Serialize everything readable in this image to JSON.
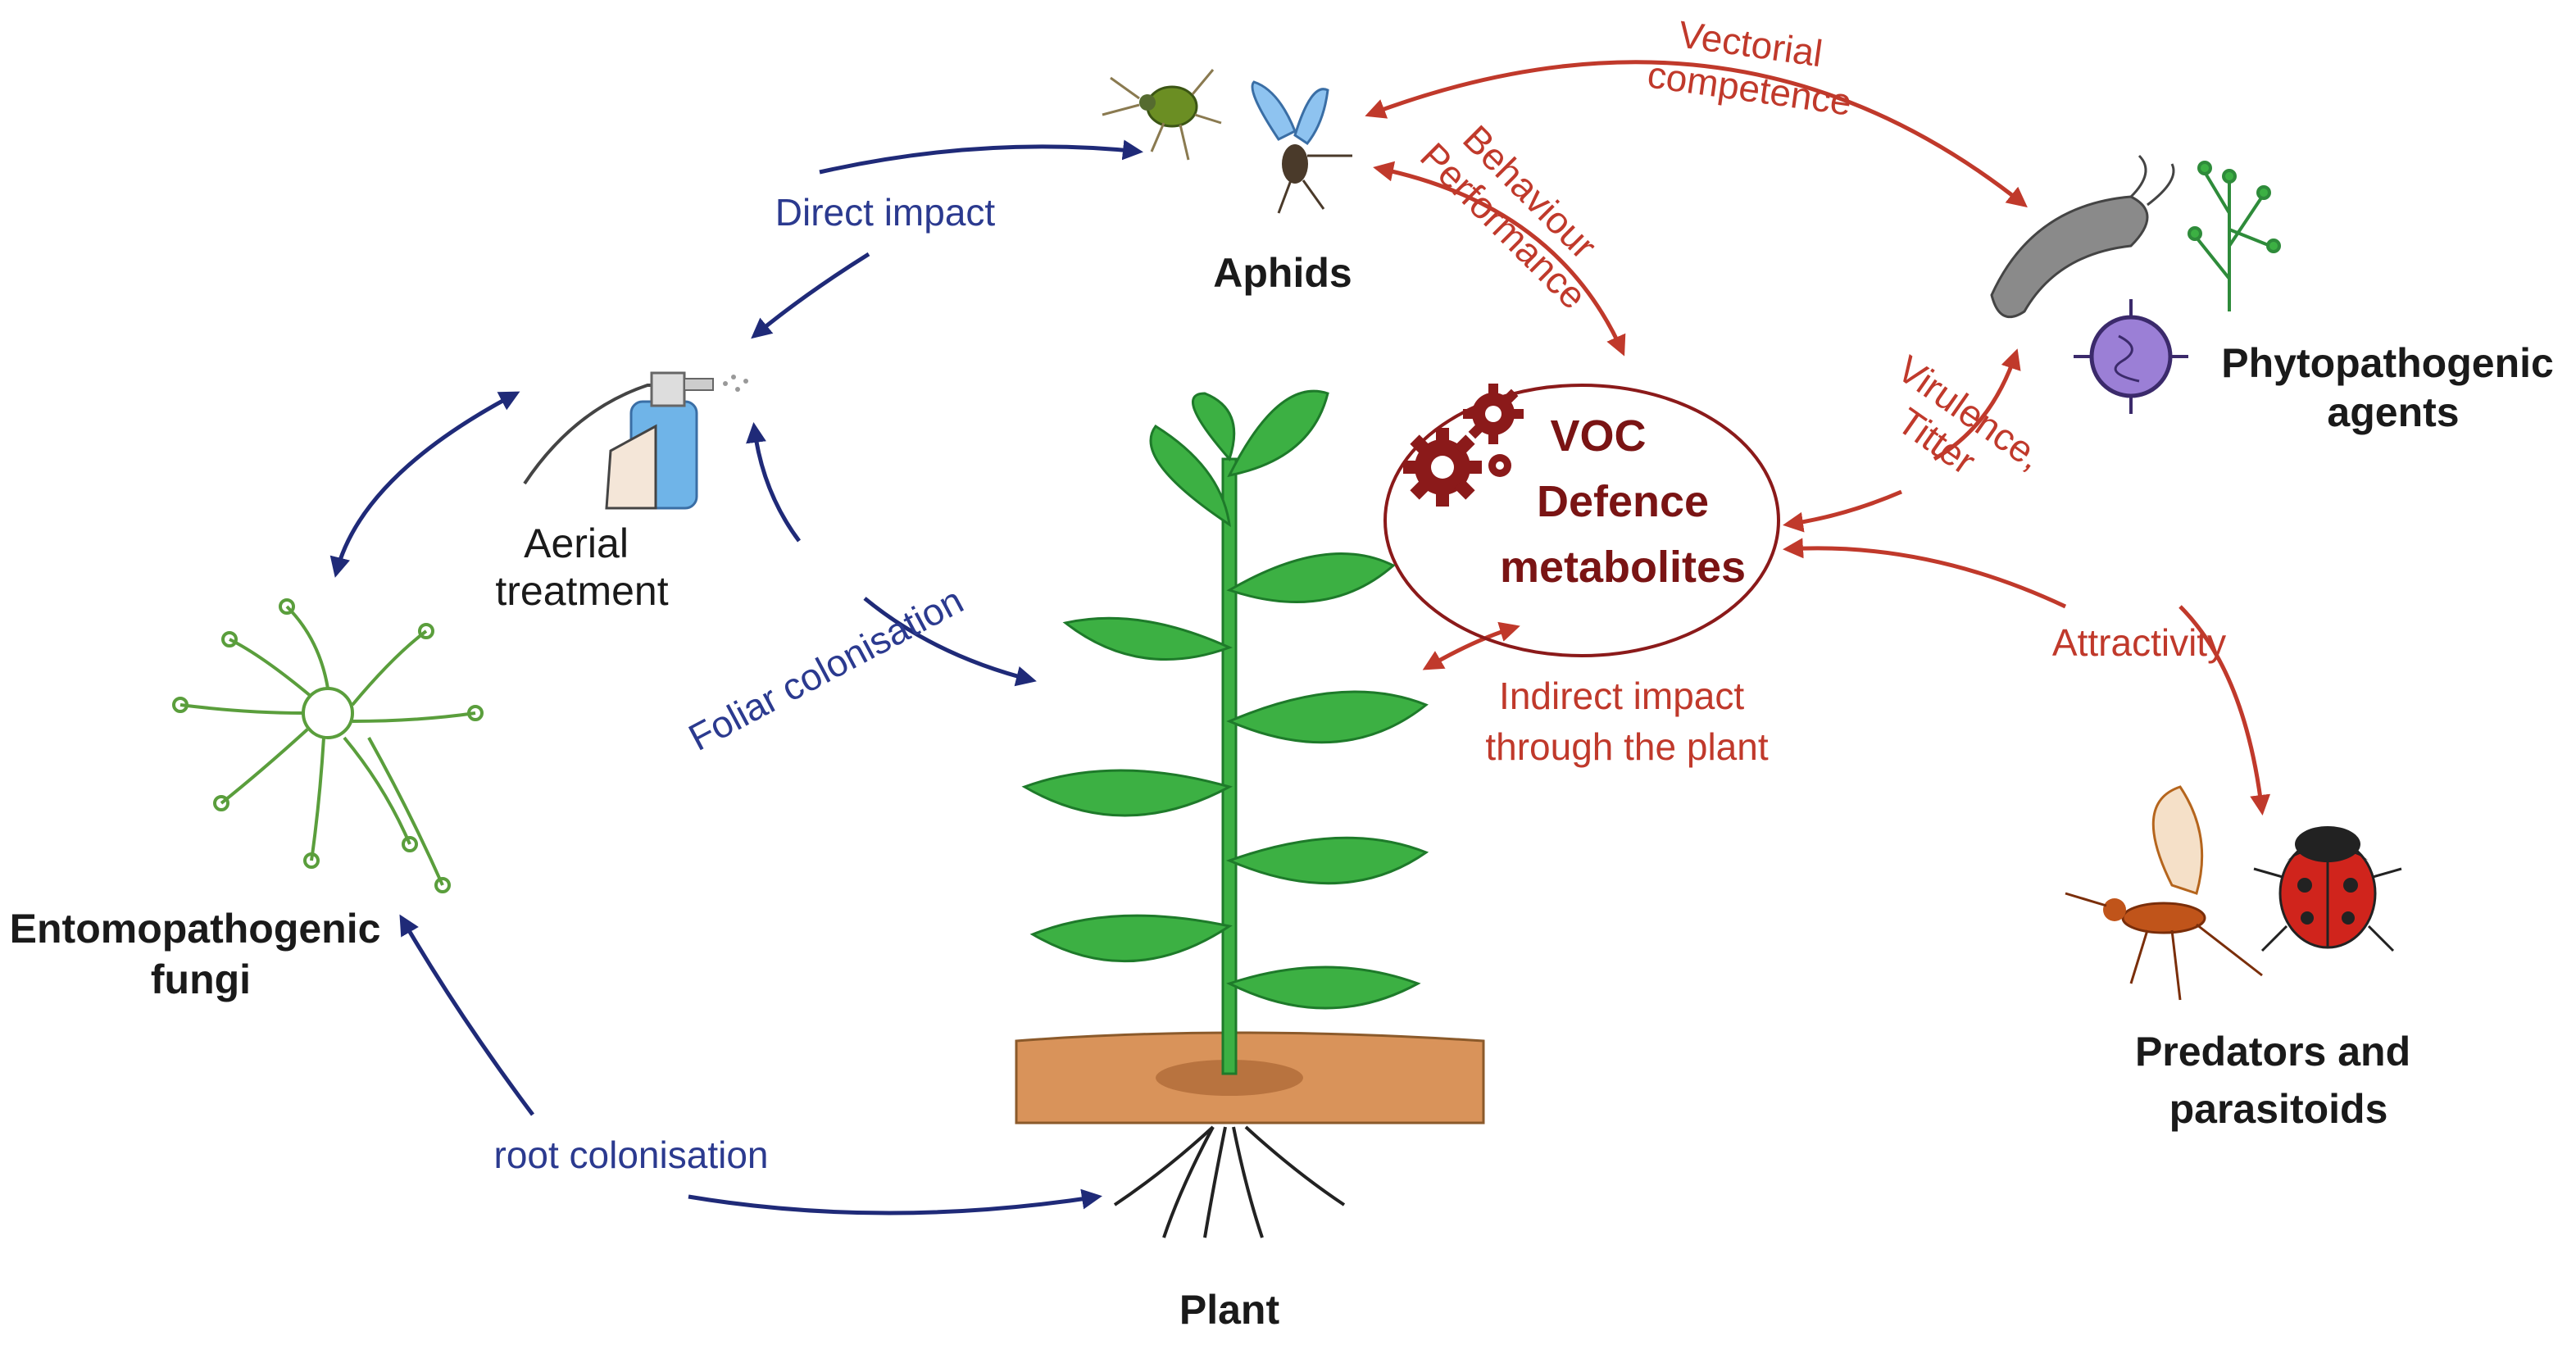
{
  "colors": {
    "blue_arrow": "#1f2a78",
    "blue_text": "#2b3a8f",
    "red_arrow": "#c0392b",
    "red_text": "#c0392b",
    "voc_text": "#7a1414",
    "leaf": "#3cb043",
    "leaf_dark": "#1e7a2a",
    "soil": "#d9935a"
  },
  "nodes": {
    "aphids": "Aphids",
    "aerial_treatment": [
      "Aerial",
      "treatment"
    ],
    "entomopathogenic_fungi": [
      "Entomopathogenic",
      "fungi"
    ],
    "plant": "Plant",
    "phytopathogenic_agents": [
      "Phytopathogenic",
      "agents"
    ],
    "predators_parasitoids": [
      "Predators and",
      "parasitoids"
    ],
    "voc_box": [
      "VOC",
      "Defence",
      "metabolites"
    ]
  },
  "edges": {
    "direct_impact": "Direct impact",
    "foliar_colonisation": "Foliar colonisation",
    "root_colonisation": "root colonisation",
    "vectorial_competence": [
      "Vectorial",
      "competence"
    ],
    "behaviour_performance": [
      "Behaviour",
      "Performance"
    ],
    "virulence_titter": [
      "Virulence,",
      "Titter"
    ],
    "attractivity": "Attractivity",
    "indirect_impact": [
      "Indirect impact",
      "through the plant"
    ]
  },
  "icons": [
    "aphid-icon",
    "winged-aphid-icon",
    "spray-bottle-icon",
    "fungus-mycelium-icon",
    "plant-icon",
    "bacterium-icon",
    "fungal-spores-icon",
    "virus-icon",
    "gear-icon",
    "wasp-icon",
    "ladybug-icon"
  ]
}
